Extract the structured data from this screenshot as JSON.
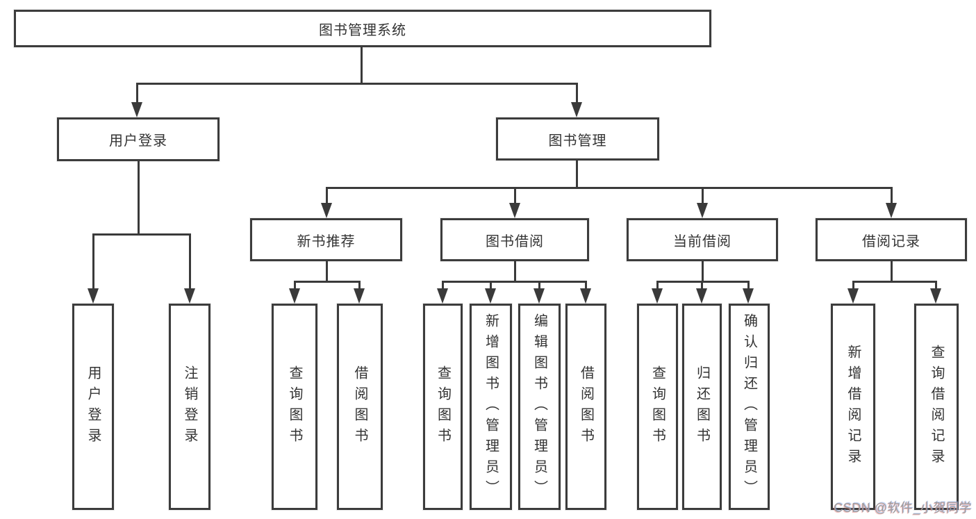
{
  "diagram": {
    "type": "hierarchy-chart",
    "colors": {
      "background": "#ffffff",
      "line": "#3a3a3a",
      "box_border": "#3c3c3c",
      "text": "#333333",
      "watermark": "#9e9e9e"
    },
    "tree": {
      "root": {
        "label": "图书管理系统"
      },
      "level2": [
        {
          "label": "用户登录",
          "children": [
            "用户登录",
            "注销登录"
          ]
        },
        {
          "label": "图书管理",
          "children": [
            {
              "label": "新书推荐",
              "children": [
                "查询图书",
                "借阅图书"
              ]
            },
            {
              "label": "图书借阅",
              "children": [
                "查询图书",
                "新增图书（管理员）",
                "编辑图书（管理员）",
                "借阅图书"
              ]
            },
            {
              "label": "当前借阅",
              "children": [
                "查询图书",
                "归还图书",
                "确认归还（管理员）"
              ]
            },
            {
              "label": "借阅记录",
              "children": [
                "新增借阅记录",
                "查询借阅记录"
              ]
            }
          ]
        }
      ]
    },
    "watermark": {
      "text": "CSDN @软件_小贺同学"
    }
  }
}
